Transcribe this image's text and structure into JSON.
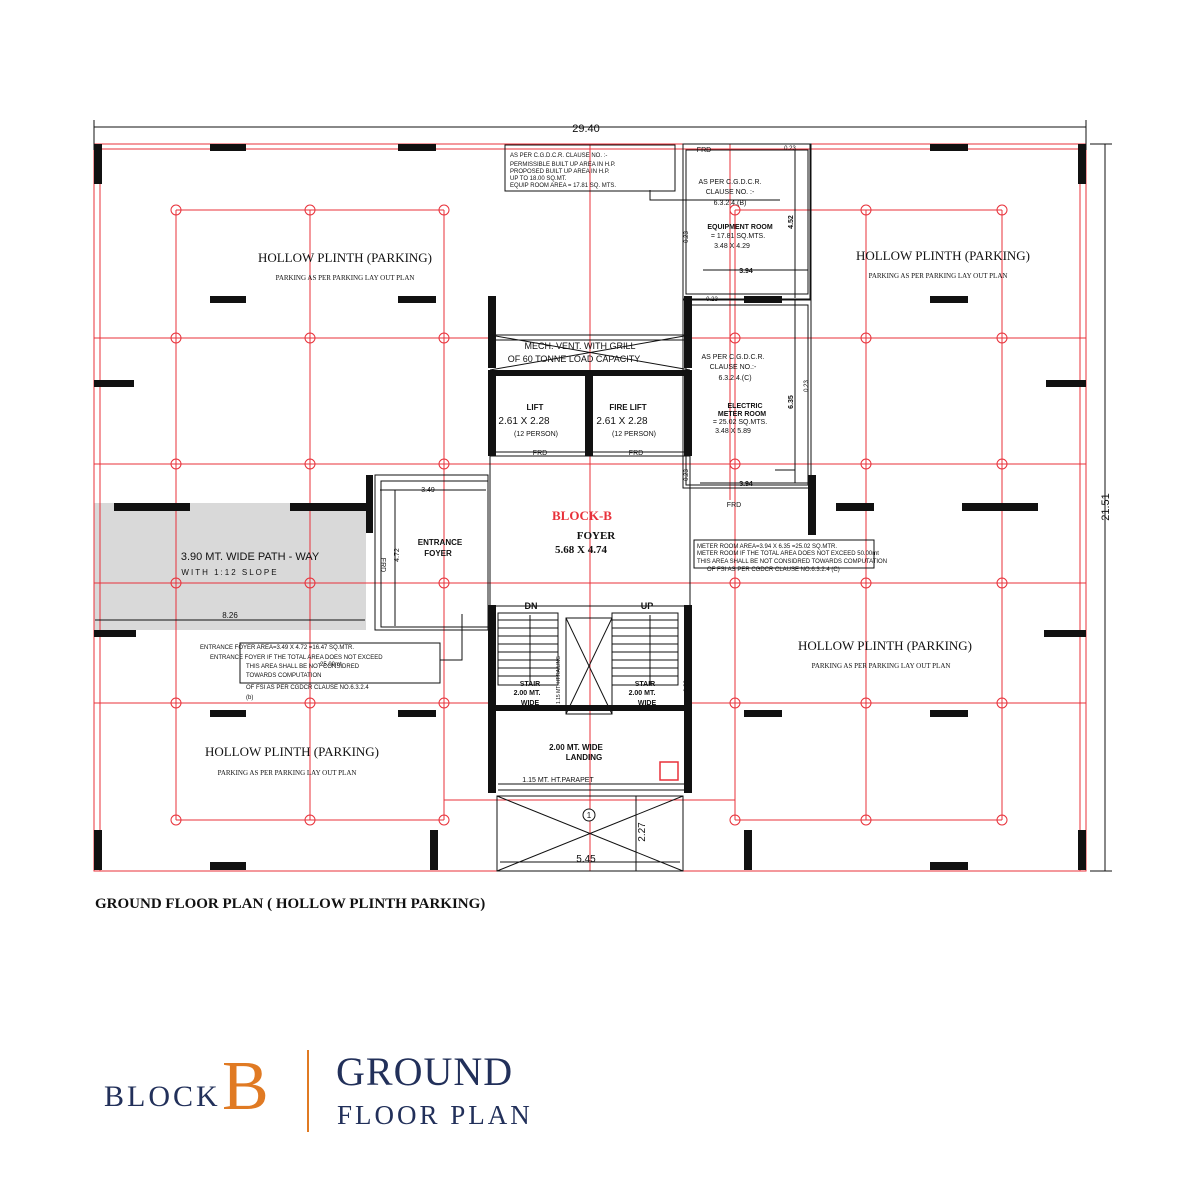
{
  "dimensions": {
    "overall_width": "29.40",
    "overall_depth": "21.51",
    "path_length": "8.26",
    "entrance_width": "3.49",
    "entrance_depth": "4.72",
    "equip_width_top": "3.94",
    "equip_depth": "4.52",
    "meter_depth": "6.35",
    "meter_width": "3.94",
    "wall_023": "0.23",
    "bottom_width": "5.45",
    "bottom_depth": "2.27"
  },
  "parking": {
    "title": "HOLLOW PLINTH (PARKING)",
    "subtitle": "PARKING AS PER PARKING LAY OUT PLAN"
  },
  "pathway": {
    "title": "3.90 MT. WIDE  PATH - WAY",
    "subtitle": "WITH    1:12 SLOPE"
  },
  "core": {
    "mech_vent_line1": "MECH. VENT. WITH GRILL",
    "mech_vent_line2": "OF 60 TONNE LOAD CAPACITY",
    "lift_label": "LIFT",
    "lift_size": "2.61 X 2.28",
    "lift_persons": "(12 PERSON)",
    "fire_lift_label": "FIRE LIFT",
    "fire_lift_size": "2.61 X 2.28",
    "fire_lift_persons": "(12 PERSON)",
    "frd": "FRD",
    "block_label": "BLOCK-B",
    "foyer_label": "FOYER",
    "foyer_size": "5.68 X 4.74",
    "entrance_line1": "ENTRANCE",
    "entrance_line2": "FOYER",
    "dn": "DN",
    "up": "UP",
    "stair_line1": "STAIR",
    "stair_line2": "2.00 MT.",
    "stair_line3": "WIDE",
    "landing_line1": "2.00 MT. WIDE",
    "landing_line2": "LANDING",
    "parapet": "1.15 MT. HT.PARAPET",
    "stair_note": "1.15 MT. HT.RAILING",
    "circle_no": "1"
  },
  "equipment": {
    "clause_line1": "AS PER C.G.D.C.R.",
    "clause_line2": "CLAUSE NO. :-",
    "clause_line3": "6.3.2.4.(B)",
    "room_label": "EQUIPMENT ROOM",
    "room_area": "= 17.81 SQ.MTS.",
    "room_size": "3.48 X 4.29"
  },
  "equipment_note": {
    "line1": "AS PER C.G.D.C.R. CLAUSE NO. :-",
    "line2": "PERMISSIBLE BUILT UP AREA IN H.P.",
    "line3": "PROPOSED BUILT UP AREA IN H.P.",
    "line4": "UP TO 18.00 SQ.MT.",
    "line5": "EQUIP ROOM AREA = 17.81 SQ. MTS."
  },
  "meter": {
    "clause_line1": "AS PER C.G.D.C.R.",
    "clause_line2": "CLAUSE NO.:-",
    "clause_line3": "6.3.2.4.(C)",
    "room_line1": "ELECTRIC",
    "room_line2": "METER ROOM",
    "room_area": "= 25.02 SQ.MTS.",
    "room_size": "3.48 X 5.89"
  },
  "meter_note": {
    "line1": "METER ROOM AREA=3.94 X 6.35 =25.02 SQ.MTR.",
    "line2": "METER ROOM IF THE TOTAL AREA DOES NOT EXCEED 50.00mt",
    "line3": "THIS AREA SHALL BE NOT  CONSIDRED TOWARDS COMPUTATION",
    "line4": "OF FSI AS PER  CGDCR CLAUSE NO.6.3.2.4 (C)"
  },
  "entrance_note": {
    "line1": "ENTRANCE FOYER AREA=3.49 X 4.72 =16.47 SQ.MTR.",
    "line2": "ENTRANCE FOYER IF THE TOTAL AREA DOES NOT EXCEED",
    "line3": "THIS AREA SHALL BE NOT CONSIDRED",
    "line3b": "25.00mt",
    "line4": "TOWARDS COMPUTATION",
    "line5": "OF FSI AS PER  CGDCR CLAUSE NO.6.3.2.4",
    "line6": "(b)"
  },
  "plan_title": "GROUND FLOOR PLAN ( HOLLOW PLINTH PARKING)",
  "brand": {
    "block_word": "BLOCK",
    "block_letter": "B",
    "title": "GROUND",
    "subtitle": "FLOOR PLAN"
  },
  "colors": {
    "grid": "#e8313a",
    "brand_accent": "#e07a23",
    "brand_text": "#22305a",
    "pathway_fill": "#d9d9d9",
    "ink": "#111111"
  }
}
